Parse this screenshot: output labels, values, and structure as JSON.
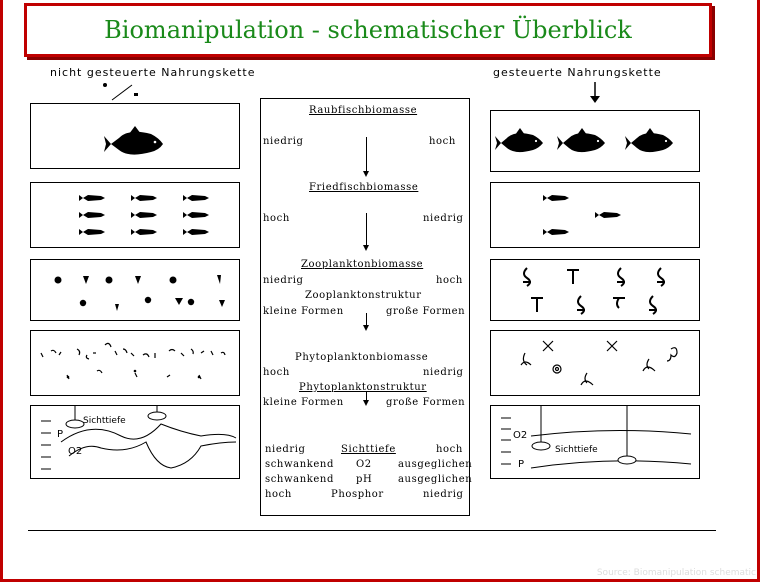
{
  "title": "Biomanipulation - schematischer Überblick",
  "left_column_title": "nicht gesteuerte Nahrungskette",
  "right_column_title": "gesteuerte Nahrungskette",
  "center": {
    "raub": "Raubfischbiomasse",
    "raub_low": "niedrig",
    "raub_high": "hoch",
    "fried": "Friedfischbiomasse",
    "fried_left": "hoch",
    "fried_right": "niedrig",
    "zoo": "Zooplanktonbiomasse",
    "zoo_left": "niedrig",
    "zoo_right": "hoch",
    "zoo_struct": "Zooplanktonstruktur",
    "zoo_struct_left": "kleine Formen",
    "zoo_struct_right": "große Formen",
    "phyto": "Phytoplanktonbiomasse",
    "phyto_left": "hoch",
    "phyto_right": "niedrig",
    "phyto_struct": "Phytoplanktonstruktur",
    "phyto_struct_left": "kleine Formen",
    "phyto_struct_right": "große Formen",
    "rows": [
      {
        "left": "niedrig",
        "mid": "Sichttiefe",
        "right": "hoch"
      },
      {
        "left": "schwankend",
        "mid": "O2",
        "right": "ausgeglichen"
      },
      {
        "left": "schwankend",
        "mid": "pH",
        "right": "ausgeglichen"
      },
      {
        "left": "hoch",
        "mid": "Phosphor",
        "right": "niedrig"
      }
    ]
  },
  "left_panel": {
    "sichttiefe": "Sichttiefe",
    "p": "P",
    "o2": "O2"
  },
  "right_panel": {
    "sichttiefe": "Sichttiefe",
    "p": "P",
    "o2": "O2"
  },
  "source": "Source: Biomanipulation schematic",
  "colors": {
    "frame": "#c00000",
    "title": "#1a8a1a"
  }
}
